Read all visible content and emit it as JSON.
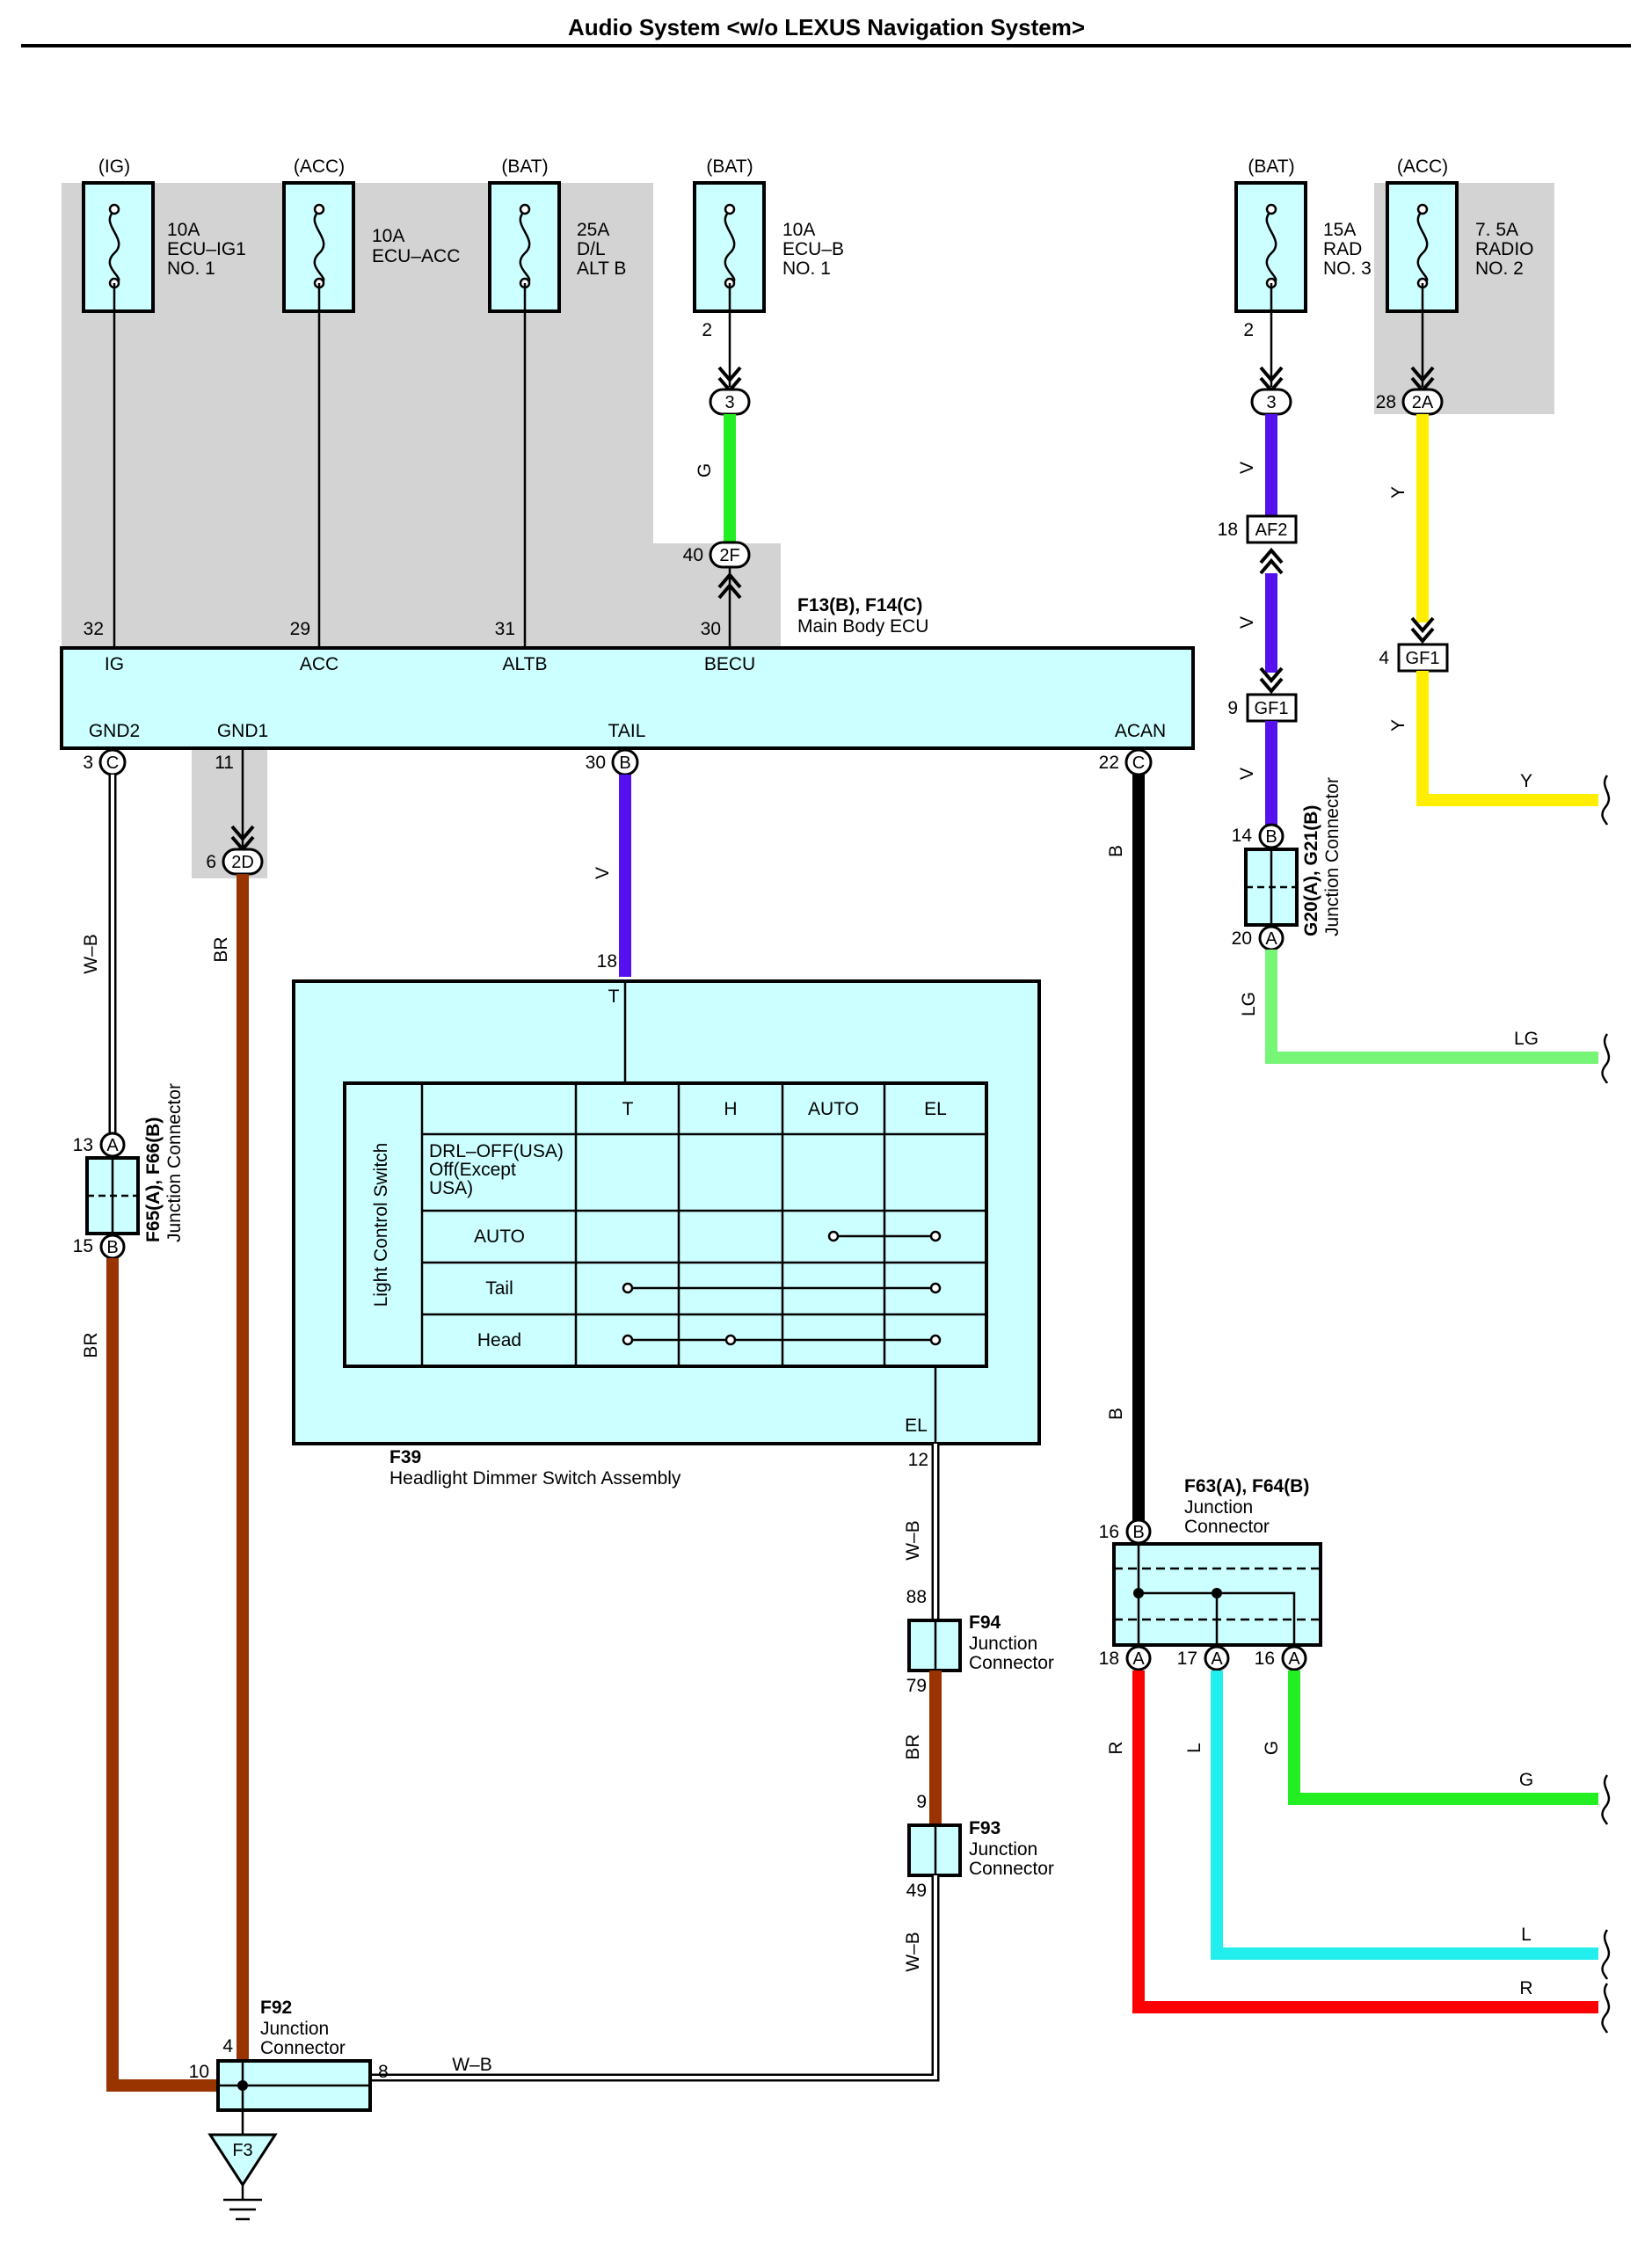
{
  "title": "Audio System <w/o LEXUS Navigation System>",
  "colors": {
    "G": "#22ee22",
    "V": "#5511ee",
    "Y": "#ffee00",
    "LG": "#77f577",
    "BR": "#993300",
    "B": "#000000",
    "R": "#ff0000",
    "L": "#22eeee",
    "component": "#ccffff",
    "shade": "#d3d3d3"
  },
  "fuses": [
    {
      "source": "(IG)",
      "label": [
        "10A",
        "ECU–IG1",
        "NO. 1"
      ]
    },
    {
      "source": "(ACC)",
      "label": [
        "10A",
        "ECU–ACC"
      ]
    },
    {
      "source": "(BAT)",
      "label": [
        "25A",
        "D/L",
        "ALT B"
      ]
    },
    {
      "source": "(BAT)",
      "label": [
        "10A",
        "ECU–B",
        "NO. 1"
      ]
    },
    {
      "source": "(BAT)",
      "label": [
        "15A",
        "RAD",
        "NO. 3"
      ]
    },
    {
      "source": "(ACC)",
      "label": [
        "7. 5A",
        "RADIO",
        "NO. 2"
      ]
    }
  ],
  "main_ecu": {
    "code": "F13(B), F14(C)",
    "name": "Main Body ECU",
    "top_pins": [
      {
        "pin": "32",
        "name": "IG"
      },
      {
        "pin": "29",
        "name": "ACC"
      },
      {
        "pin": "31",
        "name": "ALTB"
      },
      {
        "pin": "30",
        "name": "BECU"
      }
    ],
    "bottom_pins": [
      {
        "pin": "3",
        "conn": "C",
        "name": "GND2"
      },
      {
        "pin": "11",
        "conn": "",
        "name": "GND1"
      },
      {
        "pin": "30",
        "conn": "B",
        "name": "TAIL"
      },
      {
        "pin": "22",
        "conn": "C",
        "name": "ACAN"
      }
    ]
  },
  "connectors": {
    "ecub_fuse_pin": "2",
    "ecub_j1": "3",
    "ecub_j2_pin": "40",
    "ecub_j2": "2F",
    "rad_fuse_pin": "2",
    "rad_j1": "3",
    "af2_pin": "18",
    "af2": "AF2",
    "gf1a_pin": "9",
    "gf1a": "GF1",
    "radio_j_pin": "28",
    "radio_j": "2A",
    "gf1b_pin": "4",
    "gf1b": "GF1",
    "gnd1_j_pin": "6",
    "gnd1_j": "2D"
  },
  "wire_labels": {
    "ecub_g": "G",
    "rad_v1": "V",
    "rad_v2": "V",
    "rad_v3": "V",
    "radio_y1": "Y",
    "radio_y2": "Y",
    "radio_y_out": "Y",
    "gnd2_wb": "W–B",
    "gnd1_br": "BR",
    "tail_v": "V",
    "acan_b1": "B",
    "acan_b2": "B",
    "lg_vert": "LG",
    "lg_out": "LG",
    "f65_br": "BR",
    "el_wb1": "W–B",
    "el_br": "BR",
    "el_wb2": "W–B",
    "f92_wb": "W–B",
    "out_r_vert": "R",
    "out_l_vert": "L",
    "out_g_vert": "G",
    "out_g": "G",
    "out_l": "L",
    "out_r": "R"
  },
  "g20": {
    "code": "G20(A), G21(B)",
    "name": "Junction Connector",
    "pin_top": "14",
    "conn_top": "B",
    "pin_bot": "20",
    "conn_bot": "A"
  },
  "f65": {
    "code": "F65(A), F66(B)",
    "name": "Junction Connector",
    "pin_top": "13",
    "conn_top": "A",
    "pin_bot": "15",
    "conn_bot": "B"
  },
  "f39": {
    "code": "F39",
    "name": "Headlight Dimmer Switch Assembly",
    "pin_t": "18",
    "name_t": "T",
    "pin_el": "12",
    "name_el": "EL",
    "switch_title": "Light Control Switch",
    "columns": [
      "T",
      "H",
      "AUTO",
      "EL"
    ],
    "rows": [
      "DRL–OFF(USA)\nOff(Except\nUSA)",
      "AUTO",
      "Tail",
      "Head"
    ]
  },
  "f94": {
    "code": "F94",
    "name": [
      "Junction",
      "Connector"
    ],
    "pin_top": "88",
    "pin_bot": "79"
  },
  "f93": {
    "code": "F93",
    "name": [
      "Junction",
      "Connector"
    ],
    "pin_top": "9",
    "pin_bot": "49"
  },
  "f92": {
    "code": "F92",
    "name": [
      "Junction",
      "Connector"
    ],
    "pin_top": "4",
    "pin_left": "10",
    "pin_right": "8"
  },
  "f63": {
    "code": "F63(A), F64(B)",
    "name": [
      "Junction",
      "Connector"
    ],
    "pin_top": "16",
    "conn_top": "B",
    "pins_bottom": [
      {
        "pin": "18",
        "conn": "A"
      },
      {
        "pin": "17",
        "conn": "A"
      },
      {
        "pin": "16",
        "conn": "A"
      }
    ]
  },
  "ground": "F3"
}
